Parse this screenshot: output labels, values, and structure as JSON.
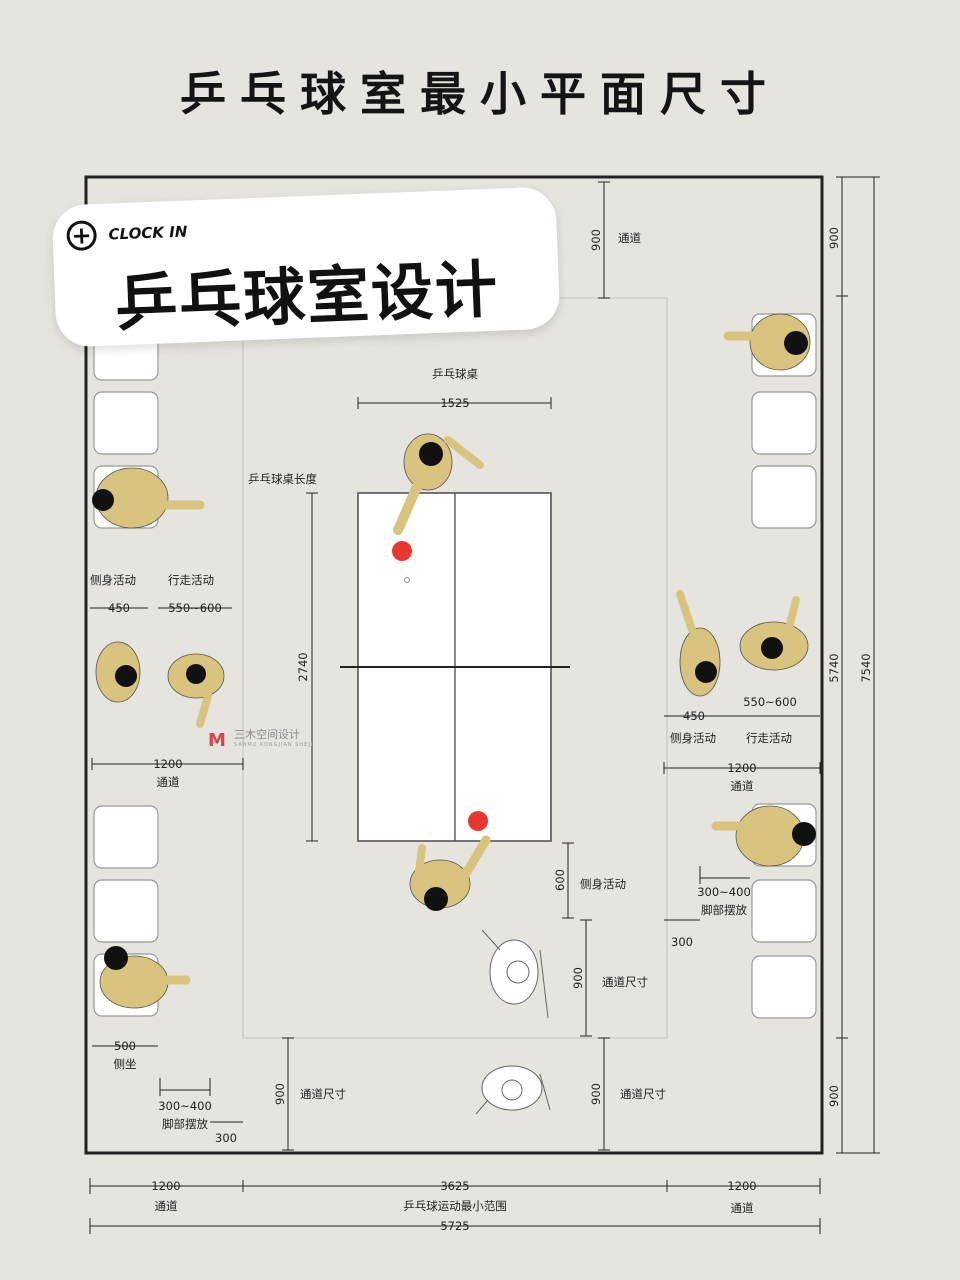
{
  "title": "乒乓球室最小平面尺寸",
  "sticker": {
    "icon": "plus-circle-icon",
    "tag": "CLOCK IN",
    "heading": "乒乓球室设计"
  },
  "watermark": {
    "brand": "三木空间设计",
    "sub": "SANMU KONGJIAN SHEJI",
    "logo_letter": "M"
  },
  "colors": {
    "figure": "#d8c47e",
    "paddle": "#e8382f",
    "ink": "#222222",
    "background": "#e6e4de"
  },
  "labels": {
    "table_name": "乒乓球桌",
    "table_width": "1525",
    "table_length_label": "乒乓球桌长度",
    "table_length": "2740",
    "side_activity": "侧身活动",
    "walk_activity": "行走活动",
    "left_side_value": "450",
    "left_walk_value": "550~600",
    "left_aisle_value": "1200",
    "aisle": "通道",
    "right_side_value": "450",
    "right_walk_value": "550~600",
    "right_aisle_value": "1200",
    "right_aisle": "通道",
    "right_side_label": "侧身活动",
    "right_walk_label": "行走活动",
    "foot_range": "300~400",
    "foot_label": "脚部摆放",
    "foot_300": "300",
    "bottom_side_value": "600",
    "bottom_side_label": "侧身活动",
    "aisle_size": "通道尺寸",
    "aisle_900": "900",
    "top_aisle_900": "900",
    "top_aisle": "通道",
    "left_sit_value": "500",
    "left_sit_label": "侧坐",
    "left_foot_range": "300~400",
    "left_foot_label": "脚部摆放",
    "left_foot_300": "300",
    "left_bottom_900": "900",
    "left_bottom_aisle_size": "通道尺寸",
    "right_bottom_900": "900",
    "right_bottom_aisle_size": "通道尺寸",
    "right_dim_900_top": "900",
    "right_dim_5740": "5740",
    "right_dim_7540": "7540",
    "right_dim_900_bottom": "900",
    "bottom_1200_left": "1200",
    "bottom_aisle_left": "通道",
    "bottom_3625": "3625",
    "bottom_range_label": "乒乓球运动最小范围",
    "bottom_1200_right": "1200",
    "bottom_aisle_right": "通道",
    "bottom_5725": "5725"
  }
}
